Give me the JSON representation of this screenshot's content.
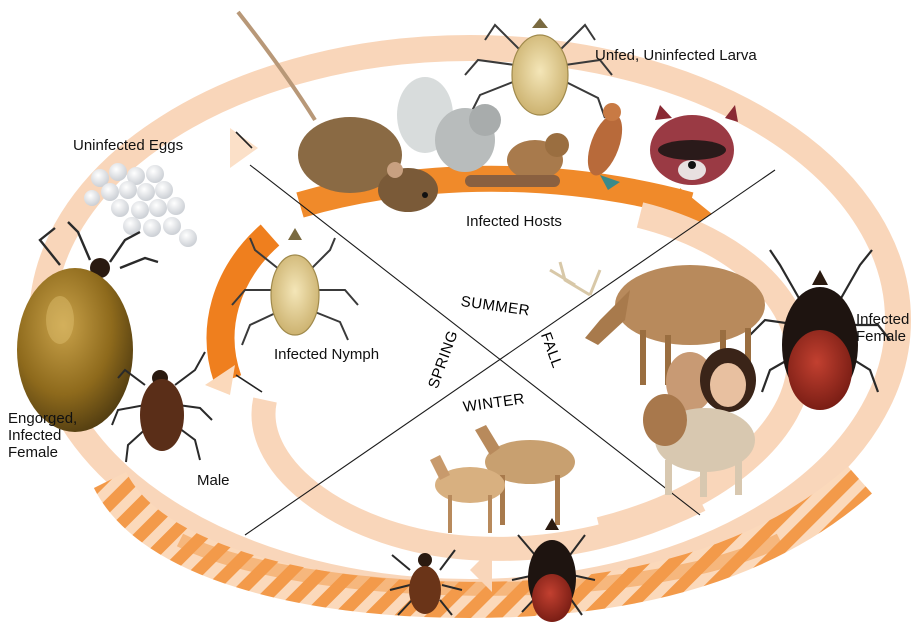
{
  "seasons": {
    "summer": "SUMMER",
    "fall": "FALL",
    "winter": "WINTER",
    "spring": "SPRING"
  },
  "labels": {
    "uninfected_eggs": "Uninfected Eggs",
    "unfed_larva": "Unfed, Uninfected Larva",
    "infected_hosts": "Infected Hosts",
    "infected_nymph": "Infected Nymph",
    "infected_female": "Infected\nFemale",
    "engorged_female": "Engorged,\nInfected\nFemale",
    "male": "Male"
  },
  "colors": {
    "outer_arrow": "#f8d2b4",
    "inner_arrow": "#f08a2a",
    "outer_arrow_dark": "#e8781e",
    "tick_dark": "#3b2a20",
    "tick_red": "#a8281e",
    "tick_gold": "#b08a2c",
    "larva": "#e8d8a0",
    "fur_brown": "#8a6a44",
    "deer": "#b88a5c"
  }
}
